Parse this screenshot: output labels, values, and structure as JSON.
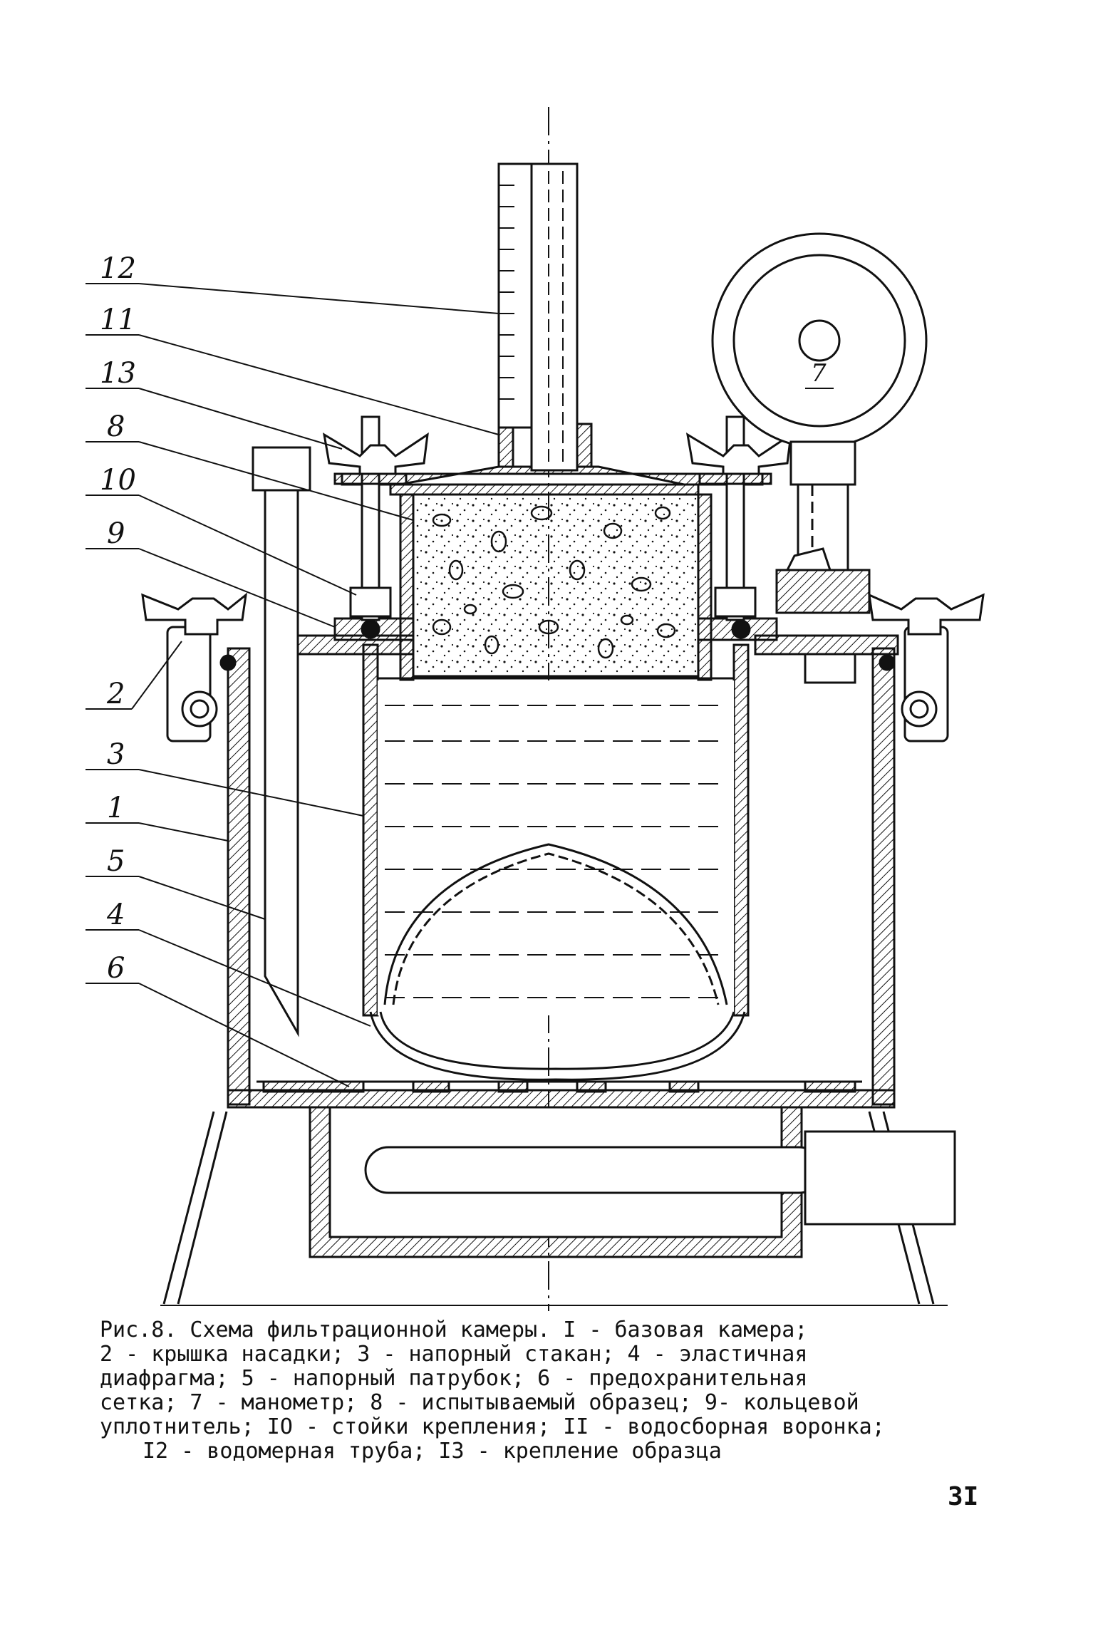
{
  "figure": {
    "callouts": [
      "12",
      "11",
      "13",
      "8",
      "10",
      "9",
      "2",
      "3",
      "1",
      "5",
      "4",
      "6"
    ],
    "gauge_label": "7"
  },
  "caption": {
    "lines": [
      "Рис.8. Схема фильтрационной камеры. I - базовая камера;",
      "2 - крышка насадки; 3 - напорный стакан; 4 - эластичная",
      "диафрагма; 5 - напорный патрубок; 6 - предохранительная",
      "сетка; 7 - манометр; 8 - испытываемый образец; 9- кольцевой",
      "уплотнитель; IO - стойки крепления; II - водосборная воронка;",
      "I2  - водомерная труба; I3 - крепление образца"
    ]
  },
  "page_number": "3I"
}
